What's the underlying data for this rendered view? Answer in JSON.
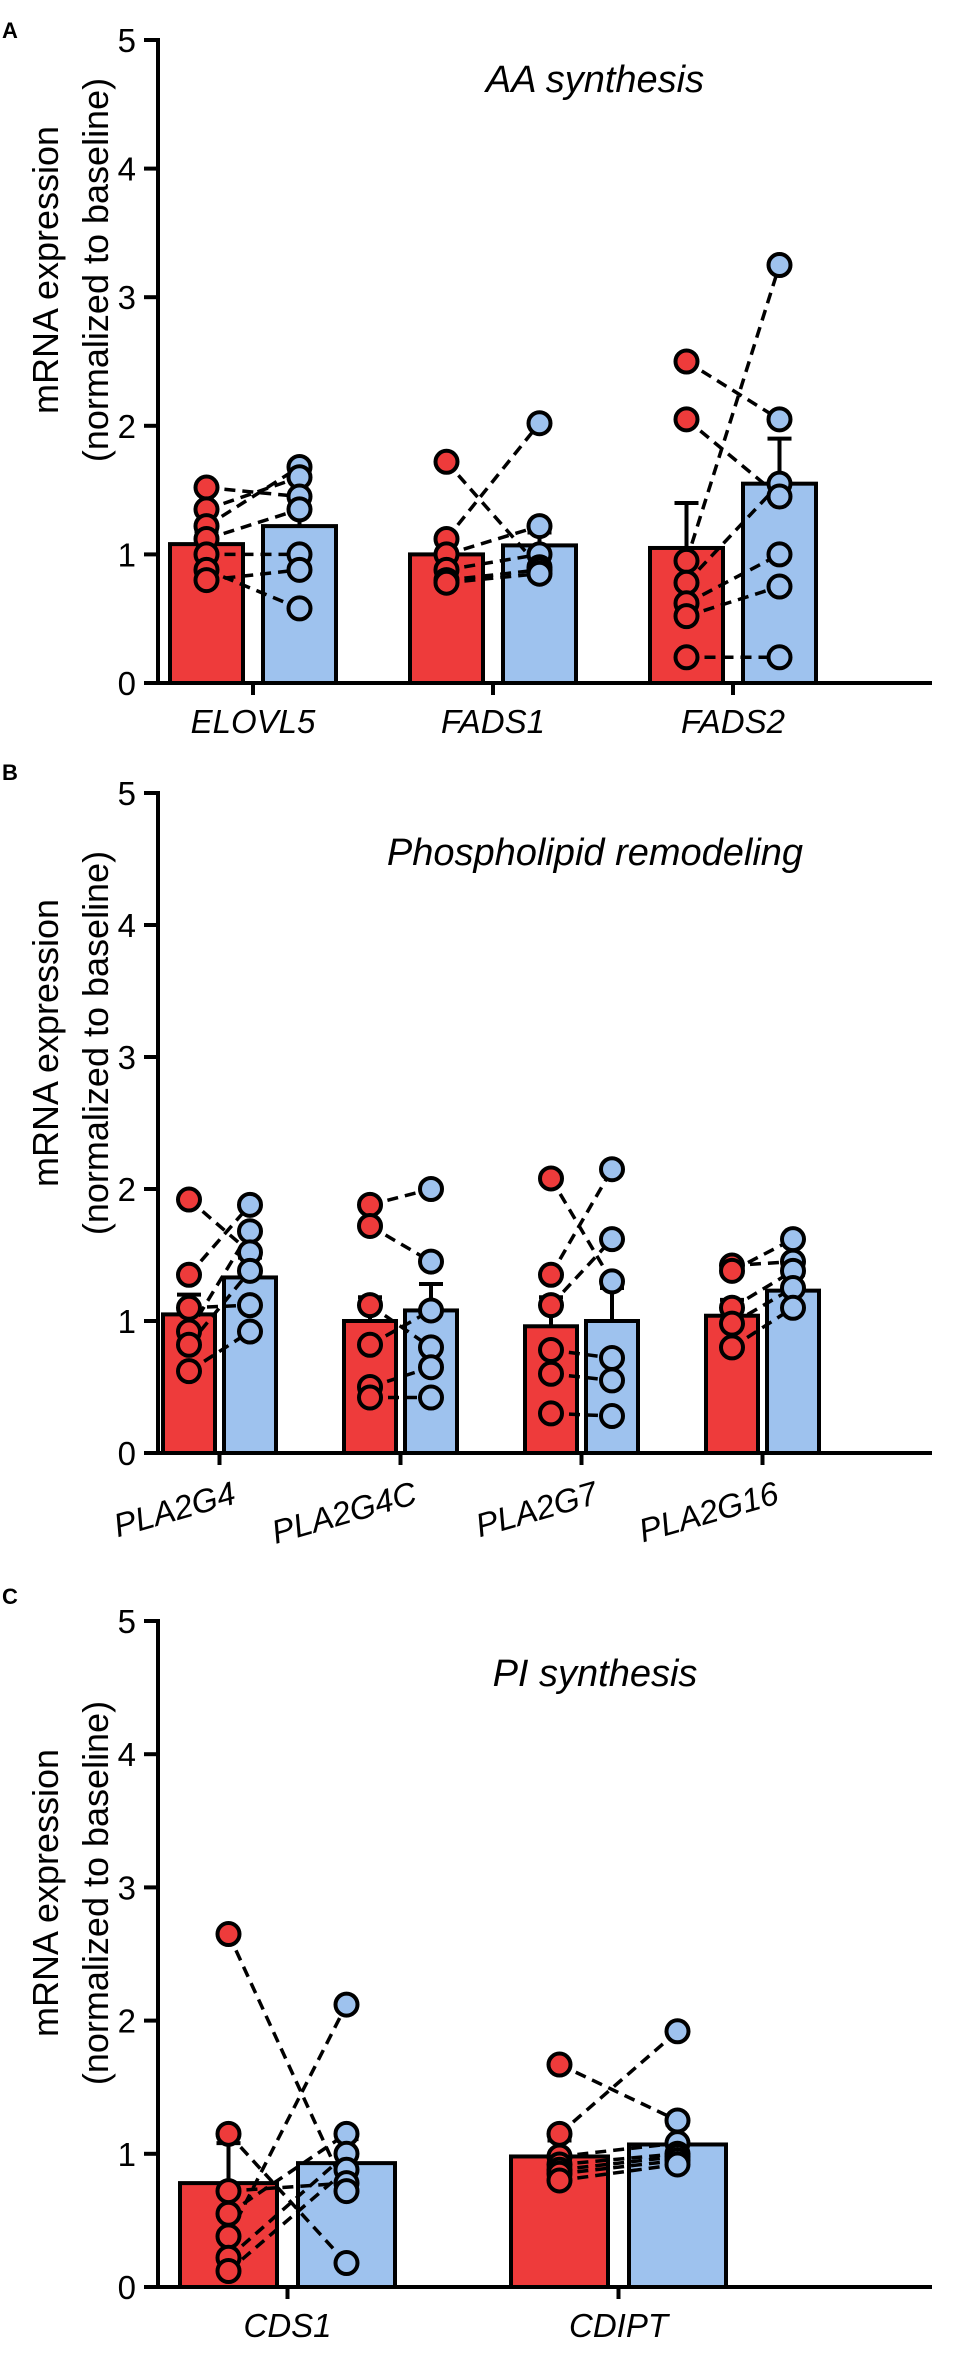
{
  "chart_data": [
    {
      "type": "bar",
      "panel": "A",
      "title": "AA synthesis",
      "ylabel": [
        "mRNA expression",
        "(normalized to baseline)"
      ],
      "ylim": [
        0,
        5
      ],
      "yticks": [
        0,
        1,
        2,
        3,
        4,
        5
      ],
      "categories": [
        "ELOVL5",
        "FADS1",
        "FADS2"
      ],
      "colors": [
        "#EE3B3B",
        "#9EC2EE"
      ],
      "series": [
        {
          "values": [
            1.08,
            1.0,
            1.05
          ],
          "error": [
            0.1,
            0.1,
            0.35
          ],
          "points": [
            [
              1.52,
              1.35,
              1.22,
              1.12,
              1.0,
              0.88,
              0.8
            ],
            [
              1.72,
              1.12,
              1.0,
              0.88,
              0.8,
              0.78
            ],
            [
              2.5,
              2.05,
              0.95,
              0.78,
              0.62,
              0.52,
              0.2
            ]
          ]
        },
        {
          "values": [
            1.22,
            1.07,
            1.55
          ],
          "error": [
            0.12,
            0.1,
            0.35
          ],
          "points": [
            [
              1.68,
              1.6,
              1.45,
              1.35,
              1.0,
              0.88,
              0.58
            ],
            [
              2.02,
              1.22,
              1.0,
              0.9,
              0.88,
              0.85
            ],
            [
              3.25,
              2.05,
              1.55,
              1.45,
              1.0,
              0.75,
              0.2
            ]
          ]
        }
      ],
      "pairs": [
        [
          [
            1.52,
            1.45
          ],
          [
            1.35,
            1.6
          ],
          [
            1.22,
            1.68
          ],
          [
            1.12,
            1.35
          ],
          [
            1.0,
            1.0
          ],
          [
            0.88,
            0.58
          ],
          [
            0.8,
            0.88
          ]
        ],
        [
          [
            1.72,
            0.9
          ],
          [
            1.12,
            2.02
          ],
          [
            1.0,
            1.22
          ],
          [
            0.88,
            1.0
          ],
          [
            0.8,
            0.88
          ],
          [
            0.78,
            0.85
          ]
        ],
        [
          [
            2.5,
            2.05
          ],
          [
            2.05,
            1.45
          ],
          [
            0.95,
            3.25
          ],
          [
            0.78,
            1.55
          ],
          [
            0.62,
            1.0
          ],
          [
            0.52,
            0.75
          ],
          [
            0.2,
            0.2
          ]
        ]
      ]
    },
    {
      "type": "bar",
      "panel": "B",
      "title": "Phospholipid remodeling",
      "ylabel": [
        "mRNA expression",
        "(normalized to baseline)"
      ],
      "ylim": [
        0,
        5
      ],
      "yticks": [
        0,
        1,
        2,
        3,
        4,
        5
      ],
      "categories": [
        "PLA2G4",
        "PLA2G4C",
        "PLA2G7",
        "PLA2G16"
      ],
      "colors": [
        "#EE3B3B",
        "#9EC2EE"
      ],
      "series": [
        {
          "values": [
            1.05,
            1.0,
            0.96,
            1.04
          ],
          "error": [
            0.15,
            0.18,
            0.22,
            0.12
          ],
          "points": [
            [
              1.92,
              1.35,
              1.1,
              0.92,
              0.82,
              0.62
            ],
            [
              1.88,
              1.72,
              1.12,
              0.82,
              0.5,
              0.42
            ],
            [
              2.08,
              1.35,
              1.12,
              0.78,
              0.6,
              0.3
            ],
            [
              1.42,
              1.38,
              1.1,
              0.98,
              0.8
            ]
          ]
        },
        {
          "values": [
            1.33,
            1.08,
            1.0,
            1.23
          ],
          "error": [
            0.15,
            0.2,
            0.25,
            0.12
          ],
          "points": [
            [
              1.88,
              1.68,
              1.52,
              1.38,
              1.12,
              0.92
            ],
            [
              2.0,
              1.45,
              1.08,
              0.8,
              0.65,
              0.42
            ],
            [
              2.15,
              1.62,
              1.3,
              0.72,
              0.55,
              0.28
            ],
            [
              1.62,
              1.45,
              1.38,
              1.25,
              1.1
            ]
          ]
        }
      ],
      "pairs": [
        [
          [
            1.92,
            1.52
          ],
          [
            1.35,
            1.88
          ],
          [
            1.1,
            1.12
          ],
          [
            0.92,
            1.68
          ],
          [
            0.82,
            1.38
          ],
          [
            0.62,
            0.92
          ]
        ],
        [
          [
            1.88,
            2.0
          ],
          [
            1.72,
            1.45
          ],
          [
            1.12,
            0.8
          ],
          [
            0.82,
            1.08
          ],
          [
            0.5,
            0.65
          ],
          [
            0.42,
            0.42
          ]
        ],
        [
          [
            2.08,
            1.3
          ],
          [
            1.35,
            2.15
          ],
          [
            1.12,
            1.62
          ],
          [
            0.78,
            0.72
          ],
          [
            0.6,
            0.55
          ],
          [
            0.3,
            0.28
          ]
        ],
        [
          [
            1.42,
            1.45
          ],
          [
            1.38,
            1.62
          ],
          [
            1.1,
            1.38
          ],
          [
            0.98,
            1.25
          ],
          [
            0.8,
            1.1
          ]
        ]
      ]
    },
    {
      "type": "bar",
      "panel": "C",
      "title": "PI synthesis",
      "ylabel": [
        "mRNA expression",
        "(normalized to baseline)"
      ],
      "ylim": [
        0,
        5
      ],
      "yticks": [
        0,
        1,
        2,
        3,
        4,
        5
      ],
      "categories": [
        "CDS1",
        "CDIPT"
      ],
      "colors": [
        "#EE3B3B",
        "#9EC2EE"
      ],
      "series": [
        {
          "values": [
            0.78,
            0.98
          ],
          "error": [
            0.3,
            0.12
          ],
          "points": [
            [
              2.65,
              1.15,
              0.72,
              0.55,
              0.38,
              0.22,
              0.12
            ],
            [
              1.67,
              1.15,
              0.98,
              0.92,
              0.88,
              0.85,
              0.8
            ]
          ]
        },
        {
          "values": [
            0.93,
            1.07
          ],
          "error": [
            0.18,
            0.15
          ],
          "points": [
            [
              2.12,
              1.15,
              1.0,
              0.88,
              0.78,
              0.72,
              0.18
            ],
            [
              1.92,
              1.25,
              1.08,
              1.0,
              0.98,
              0.95,
              0.92
            ]
          ]
        }
      ],
      "pairs": [
        [
          [
            2.65,
            0.72
          ],
          [
            1.15,
            0.18
          ],
          [
            0.72,
            0.78
          ],
          [
            0.55,
            1.15
          ],
          [
            0.38,
            2.12
          ],
          [
            0.22,
            1.0
          ],
          [
            0.12,
            0.88
          ]
        ],
        [
          [
            1.67,
            1.25
          ],
          [
            1.15,
            1.92
          ],
          [
            0.98,
            1.08
          ],
          [
            0.92,
            1.0
          ],
          [
            0.88,
            0.98
          ],
          [
            0.85,
            0.95
          ],
          [
            0.8,
            0.92
          ]
        ]
      ]
    }
  ]
}
